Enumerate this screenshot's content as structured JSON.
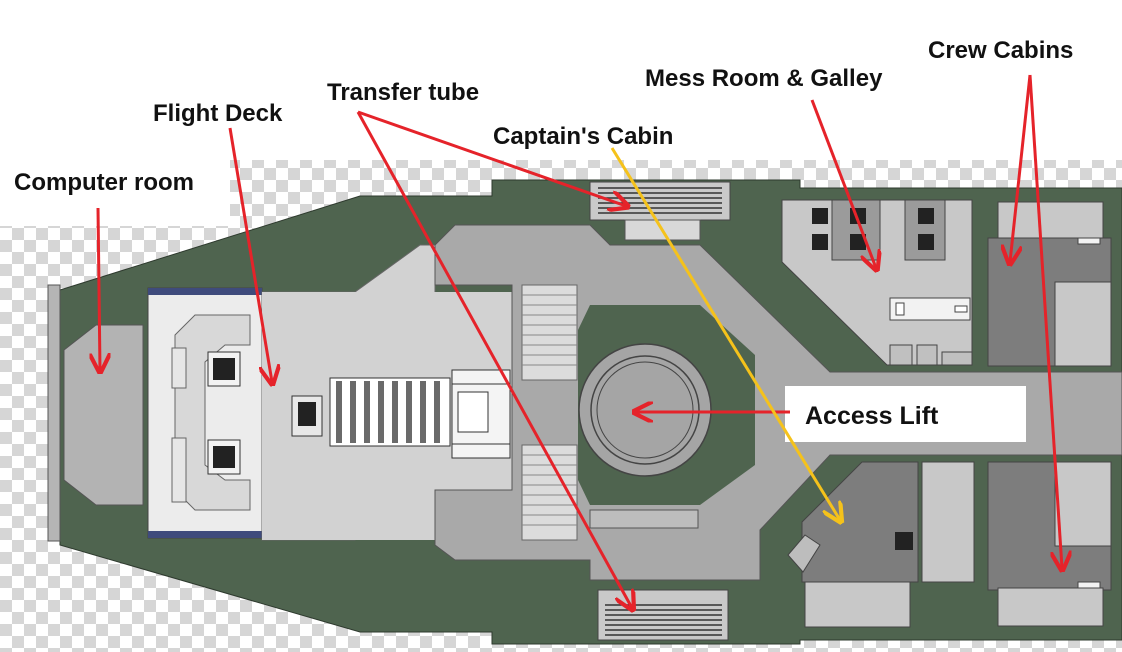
{
  "labels": {
    "computer_room": "Computer room",
    "flight_deck": "Flight Deck",
    "transfer_tube": "Transfer tube",
    "captains_cabin": "Captain's Cabin",
    "mess_room": "Mess Room & Galley",
    "crew_cabins": "Crew Cabins",
    "access_lift": "Access Lift"
  },
  "colors": {
    "hull": "#4f644f",
    "floor_light": "#d2d2d2",
    "floor_mid": "#a9a9a9",
    "floor_dark": "#7d7d7d",
    "arrow_red": "#e5232a",
    "arrow_yellow": "#f5c21b",
    "console_blue": "#3f4b7c",
    "label_box": "#ffffff"
  }
}
